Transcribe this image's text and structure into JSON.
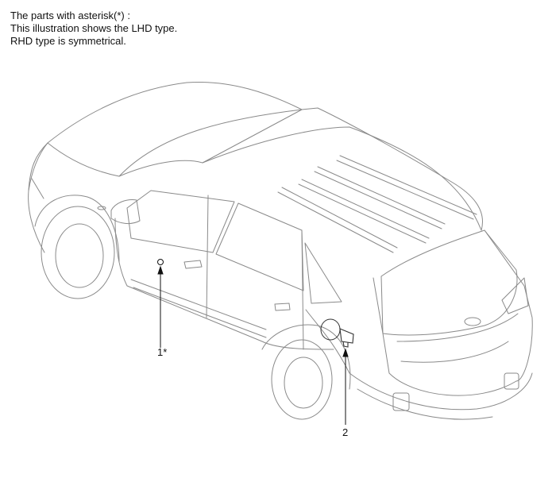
{
  "notes": {
    "line1": "The parts with asterisk(*) :",
    "line2": "This illustration shows the LHD type.",
    "line3": "RHD type is symmetrical."
  },
  "callouts": [
    {
      "label": "1*"
    },
    {
      "label": "2"
    }
  ],
  "colors": {
    "outline": "#8a8a8a",
    "leader": "#111111",
    "text": "#111111"
  }
}
